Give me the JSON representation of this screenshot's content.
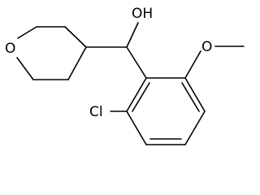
{
  "molecule": {
    "atoms": {
      "ring_oxygen": "O",
      "hydroxyl": "OH",
      "methoxy_oxygen": "O",
      "chlorine": "Cl"
    }
  }
}
